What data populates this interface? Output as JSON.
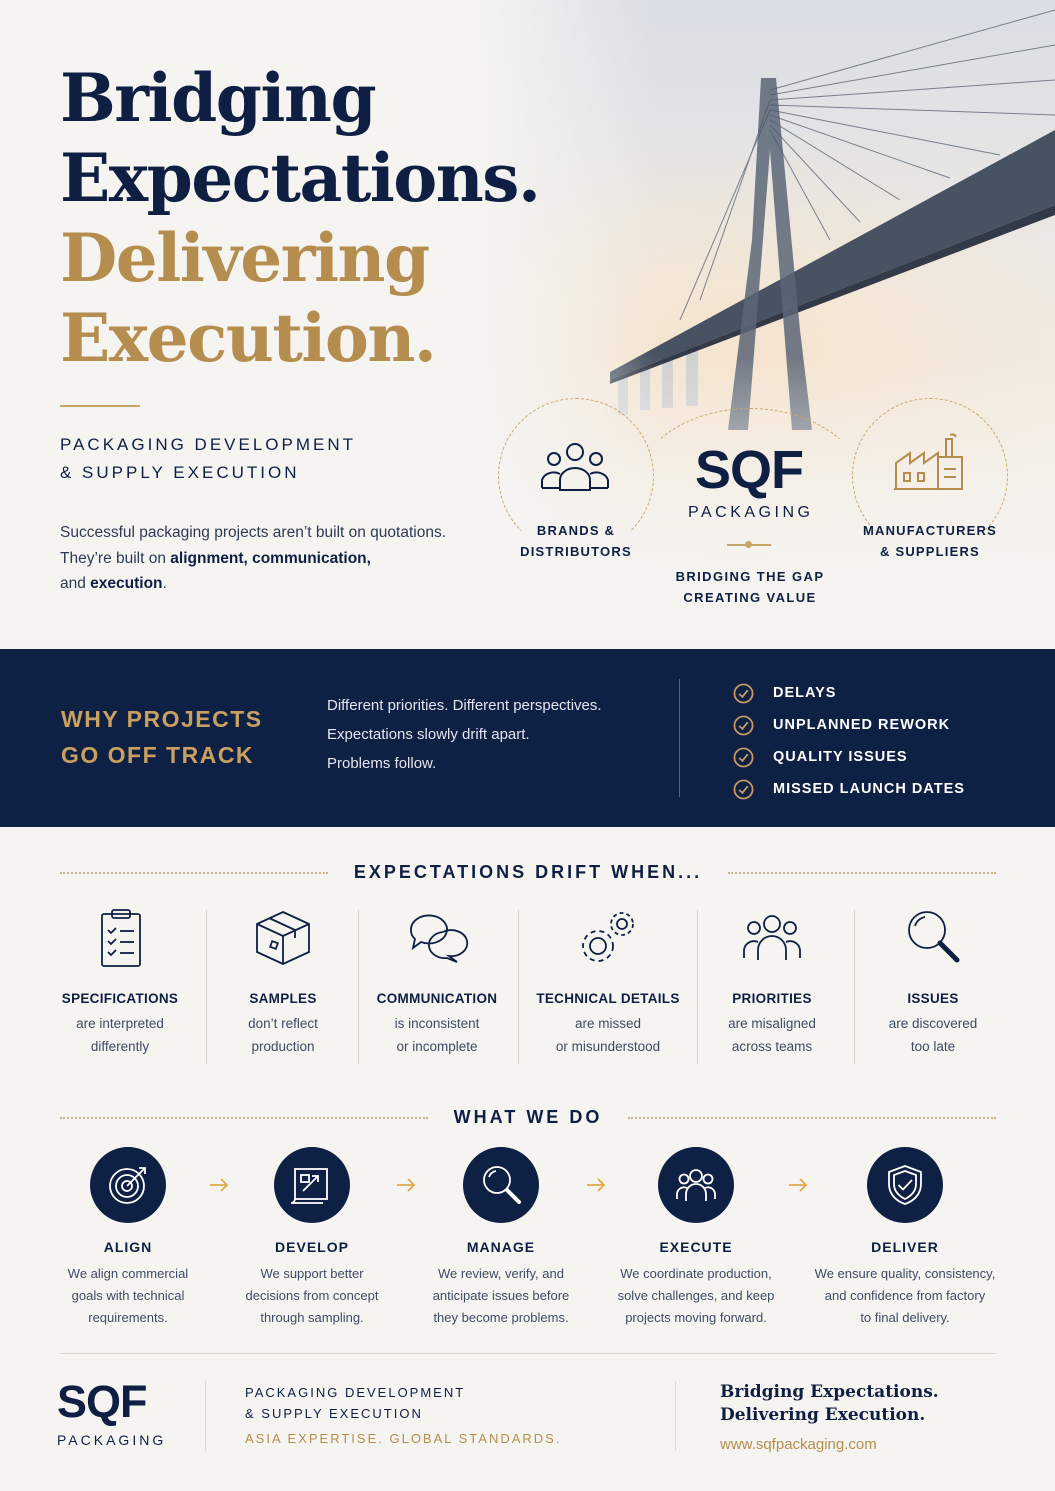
{
  "hero": {
    "headline": [
      "Bridging",
      "Expectations.",
      "Delivering",
      "Execution."
    ],
    "subtitle": [
      "PACKAGING DEVELOPMENT",
      "& SUPPLY EXECUTION"
    ],
    "intro": {
      "p1": "Successful packaging projects aren’t built on quotations.",
      "p2": "They’re built on ",
      "b1": "alignment, communication,",
      "p3": "and ",
      "b2": "execution",
      "p4": "."
    },
    "brands": [
      "BRANDS &",
      "DISTRIBUTORS"
    ],
    "manufacturers": [
      "MANUFACTURERS",
      "& SUPPLIERS"
    ],
    "logo": {
      "mark": "SQF",
      "sub": "PACKAGING"
    },
    "tagline": [
      "BRIDGING THE GAP",
      "CREATING VALUE"
    ]
  },
  "band": {
    "title": [
      "WHY PROJECTS",
      "GO OFF TRACK"
    ],
    "text": [
      "Different priorities. Different perspectives.",
      "Expectations slowly drift apart.",
      "Problems follow."
    ],
    "items": [
      "DELAYS",
      "UNPLANNED REWORK",
      "QUALITY ISSUES",
      "MISSED LAUNCH DATES"
    ]
  },
  "drift": {
    "heading": "EXPECTATIONS DRIFT WHEN...",
    "items": [
      {
        "icon": "clipboard-icon",
        "title": "SPECIFICATIONS",
        "d1": "are interpreted",
        "d2": "differently"
      },
      {
        "icon": "box-icon",
        "title": "SAMPLES",
        "d1": "don’t reflect",
        "d2": "production"
      },
      {
        "icon": "chat-bubbles-icon",
        "title": "COMMUNICATION",
        "d1": "is inconsistent",
        "d2": "or incomplete"
      },
      {
        "icon": "gears-icon",
        "title": "TECHNICAL DETAILS",
        "d1": "are missed",
        "d2": "or misunderstood"
      },
      {
        "icon": "people-icon",
        "title": "PRIORITIES",
        "d1": "are misaligned",
        "d2": "across teams"
      },
      {
        "icon": "magnifier-icon",
        "title": "ISSUES",
        "d1": "are discovered",
        "d2": "too late"
      }
    ]
  },
  "what": {
    "heading": "WHAT WE DO",
    "steps": [
      {
        "icon": "target-icon",
        "title": "ALIGN",
        "d1": "We align commercial",
        "d2": "goals with technical",
        "d3": "requirements."
      },
      {
        "icon": "blueprint-icon",
        "title": "DEVELOP",
        "d1": "We support better",
        "d2": "decisions from concept",
        "d3": "through sampling."
      },
      {
        "icon": "magnifier-icon",
        "title": "MANAGE",
        "d1": "We review, verify, and",
        "d2": "anticipate issues before",
        "d3": "they become problems."
      },
      {
        "icon": "people-icon",
        "title": "EXECUTE",
        "d1": "We coordinate production,",
        "d2": "solve challenges, and keep",
        "d3": "projects moving forward."
      },
      {
        "icon": "shield-check-icon",
        "title": "DELIVER",
        "d1": "We ensure quality, consistency,",
        "d2": "and confidence from factory",
        "d3": "to final delivery."
      }
    ]
  },
  "footer": {
    "logo": {
      "mark": "SQF",
      "sub": "PACKAGING"
    },
    "mid": [
      "PACKAGING DEVELOPMENT",
      "& SUPPLY EXECUTION"
    ],
    "tag": "ASIA EXPERTISE. GLOBAL STANDARDS.",
    "slogan": [
      "Bridging Expectations.",
      "Delivering Execution."
    ],
    "url": "www.sqfpackaging.com"
  },
  "colors": {
    "navy": "#0f2045",
    "gold": "#b48d4f",
    "background": "#f6f4f0"
  }
}
